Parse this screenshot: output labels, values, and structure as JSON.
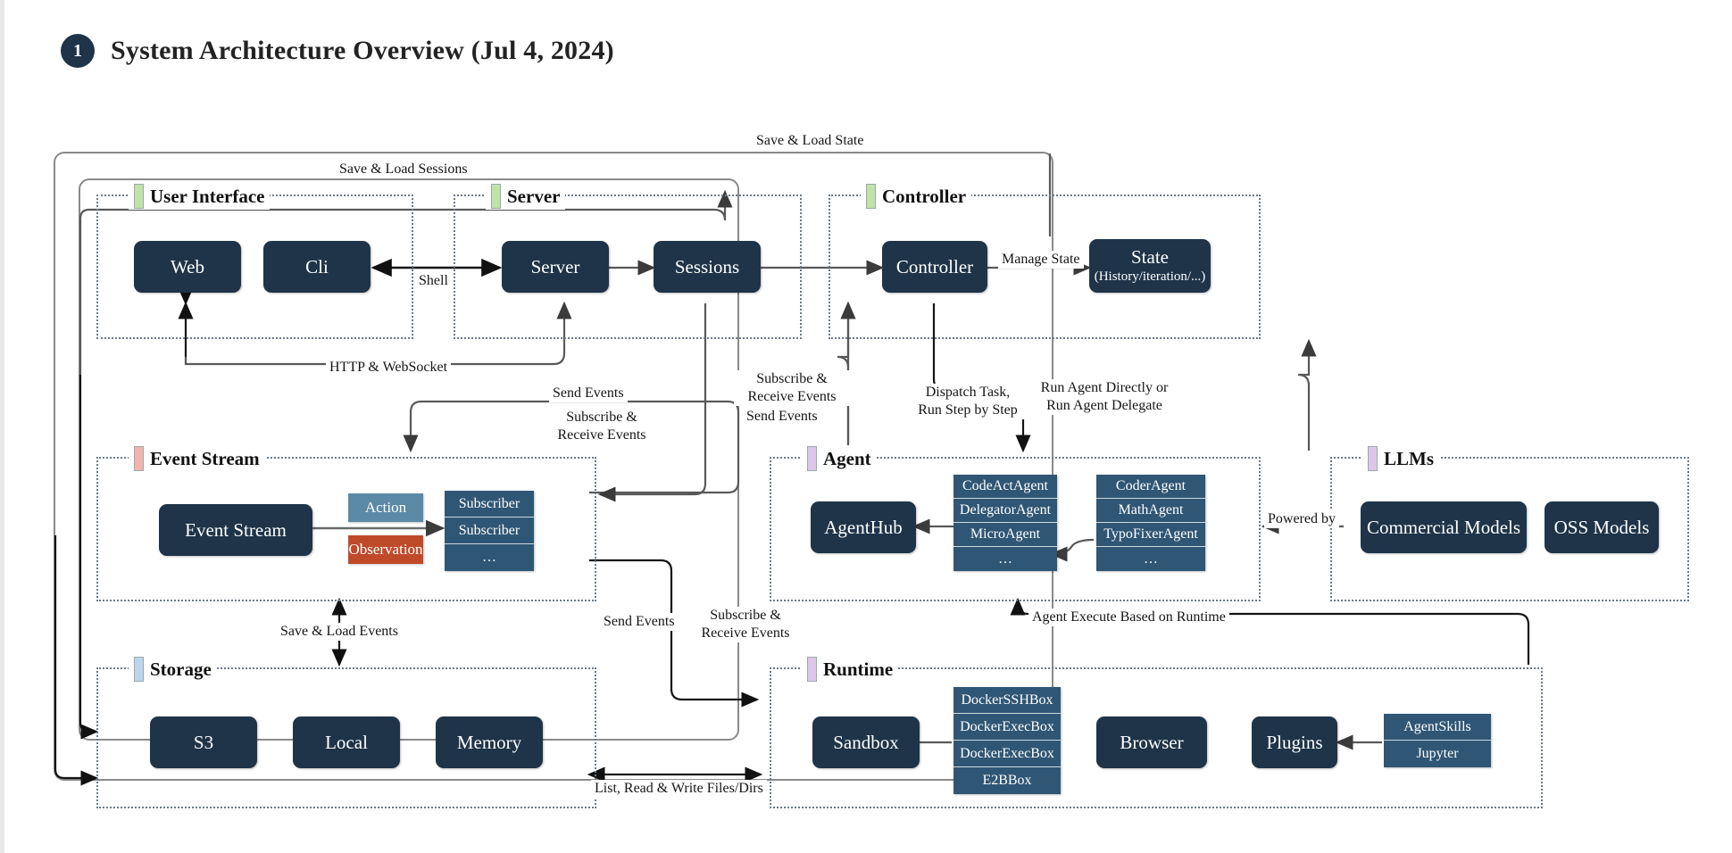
{
  "header": {
    "badge": "1",
    "title": "System Architecture Overview (Jul 4, 2024)"
  },
  "groups": {
    "user_interface": {
      "label": "User Interface",
      "bar_color": "#bfe3a8"
    },
    "server": {
      "label": "Server",
      "bar_color": "#bfe3a8"
    },
    "controller": {
      "label": "Controller",
      "bar_color": "#bfe3a8"
    },
    "event_stream": {
      "label": "Event Stream",
      "bar_color": "#f2b3ad"
    },
    "agent": {
      "label": "Agent",
      "bar_color": "#dcc7e8"
    },
    "llms": {
      "label": "LLMs",
      "bar_color": "#dcc7e8"
    },
    "storage": {
      "label": "Storage",
      "bar_color": "#bcd4ec"
    },
    "runtime": {
      "label": "Runtime",
      "bar_color": "#dcc7e8"
    }
  },
  "nodes": {
    "web": "Web",
    "cli": "Cli",
    "server": "Server",
    "sessions": "Sessions",
    "controller": "Controller",
    "state": "State",
    "state_sub": "(History/iteration/...)",
    "event_stream": "Event Stream",
    "agenthub": "AgentHub",
    "commercial_models": "Commercial Models",
    "oss_models": "OSS Models",
    "s3": "S3",
    "local": "Local",
    "memory": "Memory",
    "sandbox": "Sandbox",
    "browser": "Browser",
    "plugins": "Plugins"
  },
  "chips": {
    "action": {
      "label": "Action",
      "color": "#5b8aa6"
    },
    "observation": {
      "label": "Observation",
      "color": "#bf4a2a"
    }
  },
  "stacks": {
    "subscribers": [
      "Subscriber",
      "Subscriber",
      "…"
    ],
    "agents_left": [
      "CodeActAgent",
      "DelegatorAgent",
      "MicroAgent",
      "…"
    ],
    "agents_right": [
      "CoderAgent",
      "MathAgent",
      "TypoFixerAgent",
      "…"
    ],
    "sandboxes": [
      "DockerSSHBox",
      "DockerExecBox",
      "DockerExecBox",
      "E2BBox"
    ],
    "plugin_items": [
      "AgentSkills",
      "Jupyter"
    ]
  },
  "edges": {
    "save_load_state": "Save & Load State",
    "save_load_sessions": "Save & Load Sessions",
    "shell": "Shell",
    "manage_state": "Manage State",
    "http_websocket": "HTTP & WebSocket",
    "send_events_1": "Send Events",
    "subscribe_receive_1": "Subscribe &\nReceive Events",
    "subscribe_receive_2": "Subscribe &\nReceive Events",
    "send_events_2": "Send Events",
    "dispatch_task": "Dispatch Task,\nRun Step by Step",
    "run_agent": "Run Agent Directly or\nRun Agent Delegate",
    "powered_by": "Powered by",
    "agent_execute": "Agent Execute Based on Runtime",
    "save_load_events": "Save & Load Events",
    "send_events_3": "Send Events",
    "subscribe_receive_3": "Subscribe &\nReceive Events",
    "list_read_write": "List, Read & Write Files/Dirs"
  },
  "colors": {
    "node_fill": "#1f3449",
    "stack_fill": "#2f5675",
    "group_border": "#6b7a8a",
    "wire": "#595959",
    "wire_dark": "#141414"
  }
}
